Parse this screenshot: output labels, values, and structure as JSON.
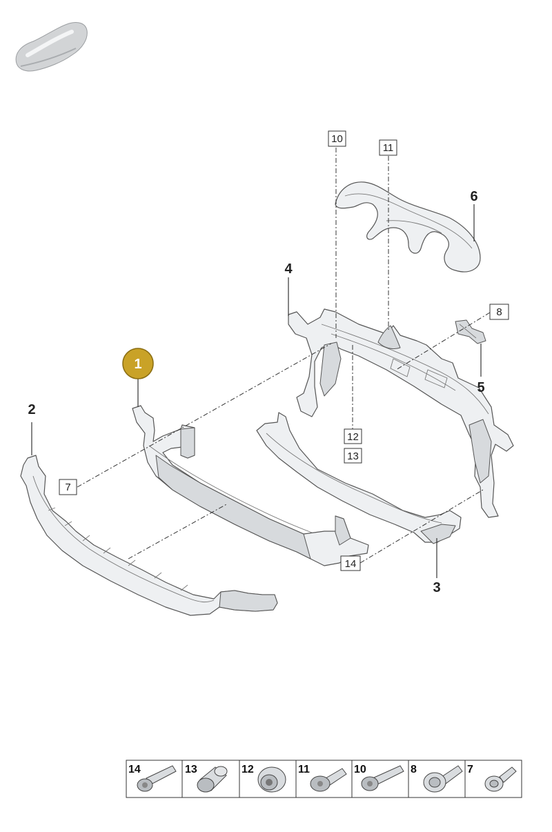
{
  "callouts": {
    "c1": "1",
    "c2": "2",
    "c3": "3",
    "c4": "4",
    "c5": "5",
    "c6": "6"
  },
  "boxed_labels": {
    "b7": "7",
    "b8": "8",
    "b10": "10",
    "b11": "11",
    "b12": "12",
    "b13": "13",
    "b14": "14"
  },
  "legend": [
    "14",
    "13",
    "12",
    "11",
    "10",
    "8",
    "7"
  ],
  "colors": {
    "highlight_fill": "#c9a227",
    "highlight_stroke": "#8a6d12",
    "part_fill": "#eef0f2",
    "line": "#333333"
  },
  "icons": {
    "vehicle_thumbnail": "car-silhouette-icon"
  }
}
